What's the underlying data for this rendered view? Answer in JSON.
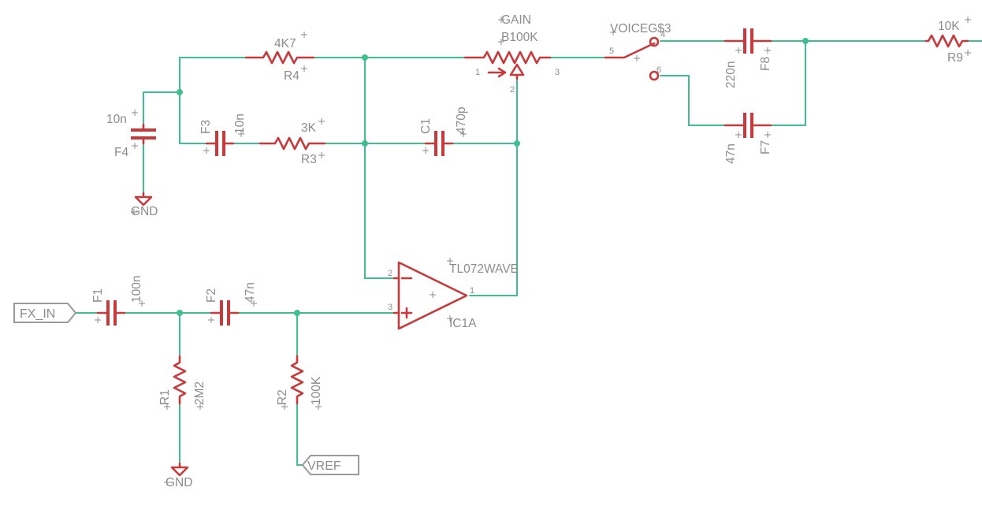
{
  "ports": {
    "input": "FX_IN",
    "vref": "VREF"
  },
  "grounds": {
    "top": "GND",
    "bottom": "GND"
  },
  "parts": {
    "R4": {
      "name": "R4",
      "value": "4K7"
    },
    "R3": {
      "name": "R3",
      "value": "3K"
    },
    "R1": {
      "name": "R1",
      "value": "2M2"
    },
    "R2": {
      "name": "R2",
      "value": "100K"
    },
    "R9": {
      "name": "R9",
      "value": "10K"
    },
    "F4": {
      "name": "F4",
      "value": "10n"
    },
    "F3": {
      "name": "F3",
      "value": "10n"
    },
    "C1": {
      "name": "C1",
      "value": "470p"
    },
    "F1": {
      "name": "F1",
      "value": "100n"
    },
    "F2": {
      "name": "F2",
      "value": "47n"
    },
    "F8": {
      "name": "F8",
      "value": "220n"
    },
    "F7": {
      "name": "F7",
      "value": "47n"
    },
    "GAIN": {
      "name": "GAIN",
      "value": "B100K",
      "pins": [
        "1",
        "2",
        "3"
      ]
    },
    "VOICE": {
      "name": "VOICEG$3",
      "pins": [
        "4",
        "5",
        "6"
      ]
    },
    "IC1A": {
      "name": "IC1A",
      "value": "TL072WAVE",
      "pins": [
        "2",
        "3",
        "1"
      ]
    }
  }
}
